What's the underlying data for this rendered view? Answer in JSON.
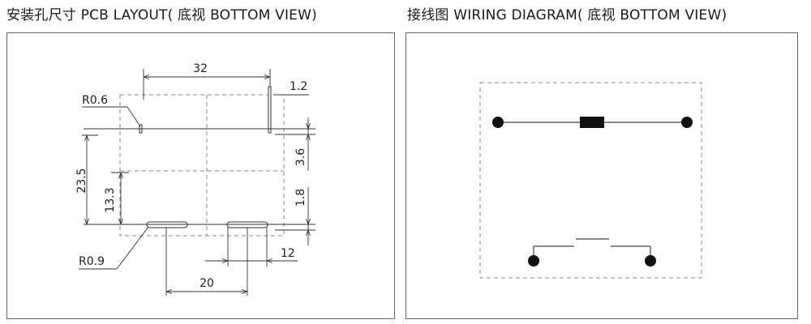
{
  "titles": {
    "left": "安装孔尺寸 PCB LAYOUT(  底视 BOTTOM VIEW)",
    "right": "接线图 WIRING DIAGRAM(  底视 BOTTOM VIEW)"
  },
  "pcb": {
    "dim_width": "32",
    "dim_pin_width": "1.2",
    "dim_radius_small": "R0.6",
    "dim_radius_large": "R0.9",
    "dim_height_total": "23.5",
    "dim_height_mid": "13.3",
    "dim_pin_spacing": "3.6",
    "dim_slot_height": "1.8",
    "dim_slot_width": "12",
    "dim_slot_spacing": "20"
  },
  "colors": {
    "line": "#333333",
    "dashed": "#888888",
    "terminal": "#111111"
  }
}
